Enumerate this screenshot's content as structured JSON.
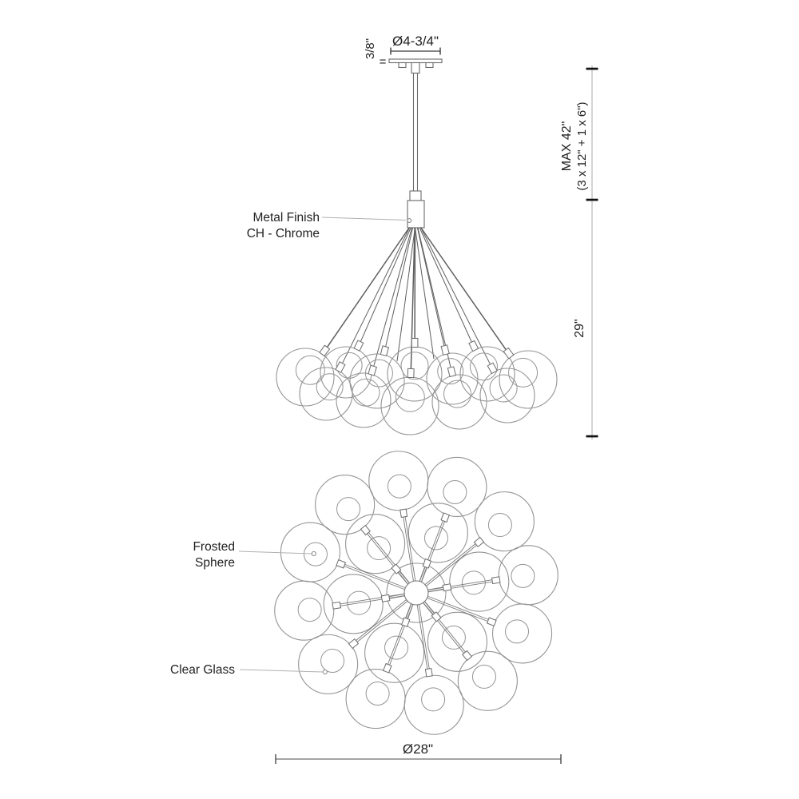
{
  "side_view": {
    "canopy_diameter": "Ø4-3/4\"",
    "canopy_thickness": "3/8\"",
    "equals": "=",
    "finish_line1": "Metal Finish",
    "finish_line2": "CH - Chrome"
  },
  "dimensions": {
    "max_drop": "MAX 42\"",
    "rod_breakdown": "(3 x 12\" + 1 x 6\")",
    "body_height": "29\"",
    "body_diameter": "Ø28\""
  },
  "top_view": {
    "frosted_line1": "Frosted",
    "frosted_line2": "Sphere",
    "clear_glass": "Clear Glass"
  },
  "colors": {
    "glass_line": "#949494",
    "metal_line": "#6b6b6b",
    "dim_line": "#4a4a4a",
    "extension_line": "#a8a8a8",
    "tick": "#111111",
    "leader": "#b0b0b0",
    "text": "#222222"
  }
}
